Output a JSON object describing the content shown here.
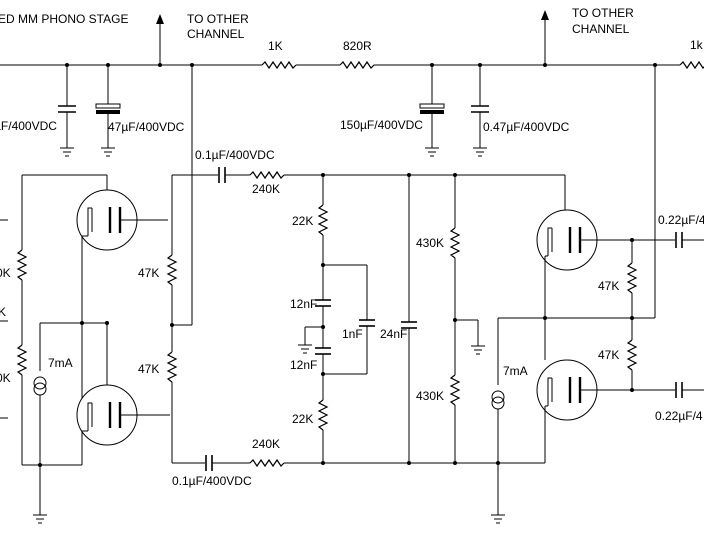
{
  "title": "ED MM PHONO STAGE",
  "to_other_channel": [
    "TO OTHER",
    "CHANNEL"
  ],
  "labels": {
    "r_1k": "1K",
    "r_820r": "820R",
    "r_1k_right": "1k",
    "c_left_supply": "µF/400VDC",
    "c_47uf": "47µF/400VDC",
    "c_150uf": "150µF/400VDC",
    "c_047uf": "0.47µF/400VDC",
    "c_coupling_top": "0.1µF/400VDC",
    "c_coupling_bottom": "0.1µF/400VDC",
    "r_240k_top": "240K",
    "r_240k_bottom": "240K",
    "r_22k_top": "22K",
    "r_22k_bottom": "22K",
    "c_12nf_top": "12nF",
    "c_12nf_bottom": "12nF",
    "c_1nf": "1nF",
    "c_24nf": "24nF",
    "r_430k_top": "430K",
    "r_430k_bottom": "430K",
    "r_47k_top": "47K",
    "r_47k_bottom": "47K",
    "r_47k_right_top": "47K",
    "r_47k_right_bottom": "47K",
    "ccs_left": "7mA",
    "ccs_right": "7mA",
    "c_out_top": "0.22µF/4",
    "c_out_bottom": "0.22µF/4",
    "edge_0k_a": "0K",
    "edge_k": "K",
    "edge_0k_b": "0K"
  }
}
